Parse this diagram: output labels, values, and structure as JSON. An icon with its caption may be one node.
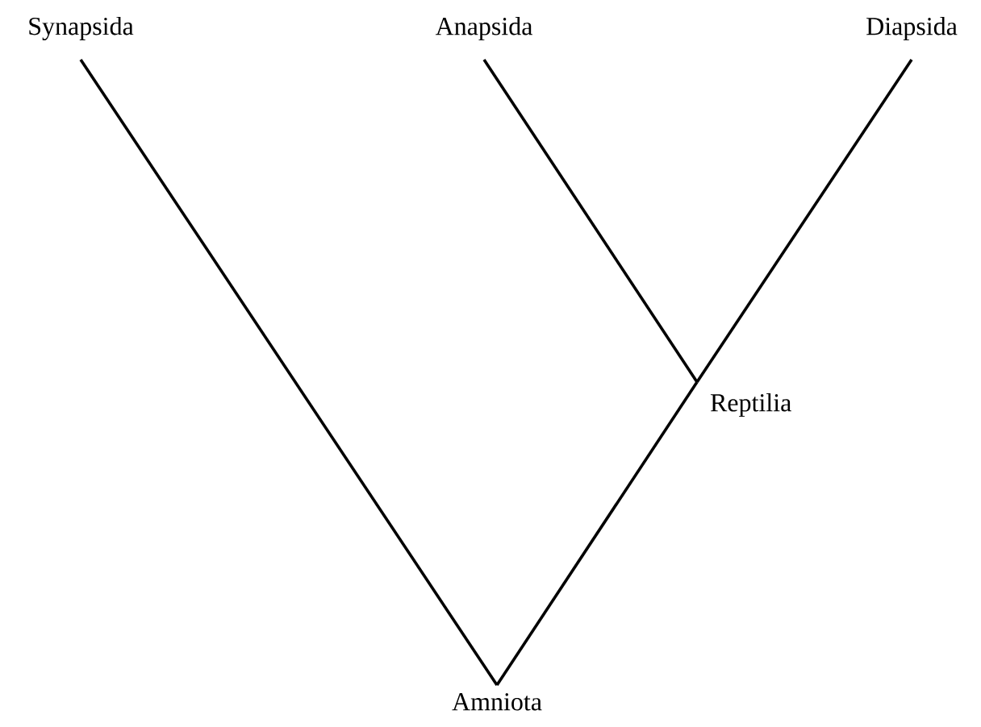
{
  "diagram": {
    "nodes": [
      {
        "text": [
          "Synapsida"
        ]
      },
      {
        "text": [
          "Anapsida"
        ]
      },
      {
        "text": [
          "Diapsida"
        ]
      },
      {
        "text": [
          "Reptilia"
        ]
      },
      {
        "text": [
          "Amniota"
        ]
      }
    ],
    "edges": [
      {
        "from": 4,
        "to": 0,
        "arrow": "none"
      },
      {
        "from": 4,
        "to": 3,
        "arrow": "none"
      },
      {
        "from": 3,
        "to": 1,
        "arrow": "none"
      },
      {
        "from": 3,
        "to": 2,
        "arrow": "none"
      }
    ]
  }
}
